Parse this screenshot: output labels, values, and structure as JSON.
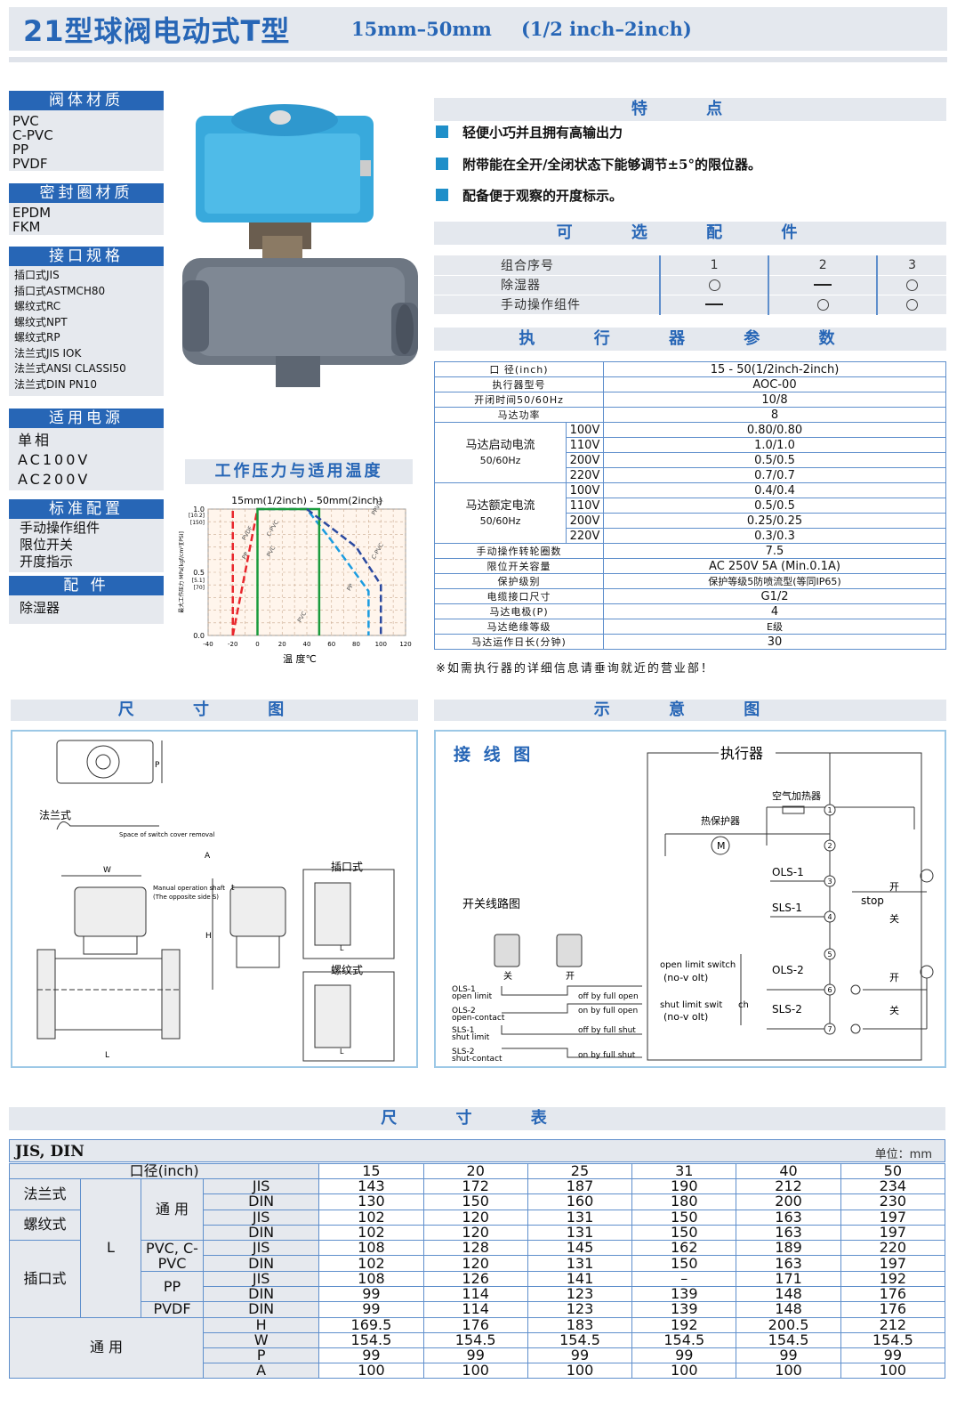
{
  "header": {
    "title": "21型球阀电动式T型",
    "size_mm": "15mm–50mm",
    "size_inch": "(1/2 inch–2inch)"
  },
  "left": {
    "body_material": {
      "title": "阀体材质",
      "items": [
        "PVC",
        "C-PVC",
        "PP",
        "PVDF"
      ]
    },
    "seal_material": {
      "title": "密封圈材质",
      "items": [
        "EPDM",
        "FKM"
      ]
    },
    "connection": {
      "title": "接口规格",
      "items": [
        "插口式JIS",
        "插口式ASTMCH80",
        "螺纹式RC",
        "螺纹式NPT",
        "螺纹式RP",
        "法兰式JIS IOK",
        "法兰式ANSI CLASSI50",
        "法兰式DIN PN10"
      ]
    },
    "power": {
      "title": "适用电源",
      "items": [
        "单相",
        "AC100V",
        "AC200V"
      ]
    },
    "standard": {
      "title": "标准配置",
      "items": [
        "手动操作组件",
        "限位开关",
        "开度指示"
      ]
    },
    "accessory": {
      "title": "配 件",
      "items": [
        "除湿器"
      ]
    }
  },
  "features": {
    "title": "特 点",
    "items": [
      "轻便小巧并且拥有高输出力",
      "附带能在全开/全闭状态下能够调节±5°的限位器。",
      "配备便于观察的开度标示。"
    ]
  },
  "options": {
    "title": "可 选 配 件",
    "cols": [
      "1",
      "2",
      "3"
    ],
    "rows": [
      {
        "label": "组合序号"
      },
      {
        "label": "除湿器",
        "v": [
          "o",
          "-",
          "o"
        ]
      },
      {
        "label": "手动操作组件",
        "v": [
          "-",
          "o",
          "o"
        ]
      }
    ]
  },
  "actuator": {
    "title": "执 行 器 参 数",
    "rows": [
      {
        "label": "口 径(inch)",
        "value": "15 - 50(1/2inch-2inch)"
      },
      {
        "label": "执行器型号",
        "value": "AOC-00"
      },
      {
        "label": "开闭时间50/60Hz",
        "value": "10/8"
      },
      {
        "label": "马达功率",
        "value": "8"
      }
    ],
    "start_label": "马达启动电流",
    "start_hz": "50/60Hz",
    "start": [
      {
        "v": "100V",
        "val": "0.80/0.80"
      },
      {
        "v": "110V",
        "val": "1.0/1.0"
      },
      {
        "v": "200V",
        "val": "0.5/0.5"
      },
      {
        "v": "220V",
        "val": "0.7/0.7"
      }
    ],
    "rated_label": "马达额定电流",
    "rated_hz": "50/60Hz",
    "rated": [
      {
        "v": "100V",
        "val": "0.4/0.4"
      },
      {
        "v": "110V",
        "val": "0.5/0.5"
      },
      {
        "v": "200V",
        "val": "0.25/0.25"
      },
      {
        "v": "220V",
        "val": "0.3/0.3"
      }
    ],
    "rows2": [
      {
        "label": "手动操作转轮圈数",
        "value": "7.5"
      },
      {
        "label": "限位开关容量",
        "value": "AC 250V 5A (Min.0.1A)"
      },
      {
        "label": "保护级别",
        "value": "保护等级5防喷流型(等同IP65)"
      },
      {
        "label": "电缆接口尺寸",
        "value": "G1/2"
      },
      {
        "label": "马达电极(P)",
        "value": "4"
      },
      {
        "label": "马达绝缘等级",
        "value": "E级"
      },
      {
        "label": "马达运作日长(分钟)",
        "value": "30"
      }
    ],
    "note": "※如需执行器的详细信息请垂询就近的营业部！"
  },
  "pt_chart": {
    "title": "工作压力与适用温度",
    "chart_data": {
      "type": "line",
      "title": "15mm(1/2inch) - 50mm(2inch)",
      "xlabel": "温 度℃",
      "ylabel": "最大工作压力 MPa[kgf/cm²][PSI]",
      "x_ticks": [
        -40,
        -20,
        0,
        20,
        40,
        60,
        80,
        100,
        120
      ],
      "y_ticks": [
        "0.0",
        "0.5",
        "1.0"
      ],
      "y_ticks_alt": [
        "[5.1]",
        "[70]",
        "[10.2]",
        "[150]"
      ],
      "xlim": [
        -40,
        120
      ],
      "ylim": [
        0,
        1.0
      ],
      "series": [
        {
          "name": "PVDF",
          "color": "#e8262c",
          "x": [
            -20,
            0,
            40
          ],
          "y": [
            0.0,
            1.0,
            1.0
          ]
        },
        {
          "name": "PP",
          "color": "#e8262c",
          "x": [
            -20,
            -20
          ],
          "y": [
            0,
            1.0
          ]
        },
        {
          "name": "C-PVC",
          "color": "#1b9ce0",
          "x": [
            0,
            40,
            60,
            90,
            90
          ],
          "y": [
            1.0,
            1.0,
            0.75,
            0.35,
            0.0
          ]
        },
        {
          "name": "PVC",
          "color": "#1a9b3d",
          "x": [
            0,
            0,
            50,
            50
          ],
          "y": [
            0,
            1.0,
            1.0,
            0
          ]
        },
        {
          "name": "PPVDF",
          "color": "#2b4aa0",
          "x": [
            40,
            80,
            100,
            100
          ],
          "y": [
            1.0,
            0.7,
            0.4,
            0
          ]
        }
      ],
      "series_labels": [
        "PVDF",
        "PP",
        "C-PVC",
        "PVC",
        "PVC",
        "PP",
        "PPVDF",
        "C-PVC"
      ]
    }
  },
  "dim_drawing": {
    "title": "尺 寸 图",
    "flange": "法兰式",
    "socket": "插口式",
    "thread": "螺纹式",
    "space": "Space of switch cover removal",
    "manual": "Manual operation shaft",
    "opposite": "(The opposite side S)",
    "labels": {
      "W": "W",
      "H": "H",
      "L": "L",
      "P": "P",
      "A": "A",
      "t": "t"
    }
  },
  "schematic": {
    "title": "示 意 图",
    "wiring": "接 线 图",
    "actuator": "执行器",
    "heater": "空气加热器",
    "thermal": "热保护器",
    "M": "M",
    "ols1": "OLS-1",
    "sls1": "SLS-1",
    "ols2": "OLS-2",
    "sls2": "SLS-2",
    "stop": "stop",
    "open": "开",
    "close": "关",
    "switch_title": "开关线路图",
    "close_label": "关",
    "open_label": "开",
    "open_limit": "open limit switch",
    "no_volt1": "(no-v olt)",
    "shut_limit": "shut limit swit",
    "no_volt2": "(no-v olt)",
    "ch": "ch",
    "legend": [
      {
        "a": "OLS-1",
        "b": "open limit",
        "r": "off by full open"
      },
      {
        "a": "OLS-2",
        "b": "open-contact",
        "r": "on by full open"
      },
      {
        "a": "SLS-1",
        "b": "shut limit",
        "r": "off by full shut"
      },
      {
        "a": "SLS-2",
        "b": "shut-contact",
        "r": "on by full shut"
      }
    ],
    "nodes": [
      "1",
      "2",
      "3",
      "4",
      "5",
      "6",
      "7"
    ]
  },
  "dim_table": {
    "title": "尺 寸 表",
    "std": "JIS, DIN",
    "unit": "单位：mm",
    "bore_label": "口径(inch)",
    "sizes": [
      "15",
      "20",
      "25",
      "31",
      "40",
      "50"
    ],
    "groups": {
      "flange": "法兰式",
      "thread": "螺纹式",
      "socket": "插口式",
      "common": "通 用",
      "L": "L",
      "pvc": "PVC, C-PVC",
      "pp": "PP",
      "pvdf": "PVDF",
      "general": "通 用"
    },
    "rows": [
      {
        "std": "JIS",
        "v": [
          "143",
          "172",
          "187",
          "190",
          "212",
          "234"
        ]
      },
      {
        "std": "DIN",
        "v": [
          "130",
          "150",
          "160",
          "180",
          "200",
          "230"
        ]
      },
      {
        "std": "JIS",
        "v": [
          "102",
          "120",
          "131",
          "150",
          "163",
          "197"
        ]
      },
      {
        "std": "DIN",
        "v": [
          "102",
          "120",
          "131",
          "150",
          "163",
          "197"
        ]
      },
      {
        "std": "JIS",
        "v": [
          "108",
          "128",
          "145",
          "162",
          "189",
          "220"
        ]
      },
      {
        "std": "DIN",
        "v": [
          "102",
          "120",
          "131",
          "150",
          "163",
          "197"
        ]
      },
      {
        "std": "JIS",
        "v": [
          "108",
          "126",
          "141",
          "–",
          "171",
          "192"
        ]
      },
      {
        "std": "DIN",
        "v": [
          "99",
          "114",
          "123",
          "139",
          "148",
          "176"
        ]
      },
      {
        "std": "DIN",
        "v": [
          "99",
          "114",
          "123",
          "139",
          "148",
          "176"
        ]
      }
    ],
    "general_rows": [
      {
        "k": "H",
        "v": [
          "169.5",
          "176",
          "183",
          "192",
          "200.5",
          "212"
        ]
      },
      {
        "k": "W",
        "v": [
          "154.5",
          "154.5",
          "154.5",
          "154.5",
          "154.5",
          "154.5"
        ]
      },
      {
        "k": "P",
        "v": [
          "99",
          "99",
          "99",
          "99",
          "99",
          "99"
        ]
      },
      {
        "k": "A",
        "v": [
          "100",
          "100",
          "100",
          "100",
          "100",
          "100"
        ]
      }
    ]
  }
}
